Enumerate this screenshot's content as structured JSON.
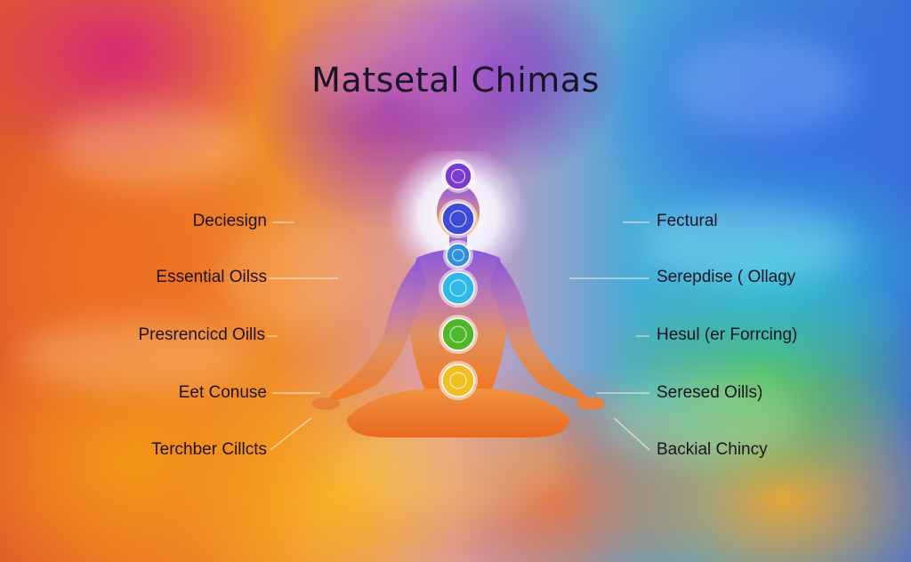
{
  "title": "Matsetal Chimas",
  "left_labels": [
    "Deciesign",
    "Essential Oilss",
    "Presrencicd Oills",
    "Eet Conuse",
    "Terchber Cillcts"
  ],
  "right_labels": [
    "Fectural",
    "Serepdise ( Ollagy",
    "Hesul (er Forrcing)",
    "Seresed Oills)",
    "Backial Chincy"
  ],
  "chakras": [
    {
      "name": "crown-chakra",
      "color": "#7a3bd0"
    },
    {
      "name": "third-eye-chakra",
      "color": "#3d4bd6"
    },
    {
      "name": "throat-chakra",
      "color": "#2f8fe0"
    },
    {
      "name": "heart-chakra",
      "color": "#2fb8e8"
    },
    {
      "name": "solar-plexus-chakra",
      "color": "#4fb82a"
    },
    {
      "name": "sacral-chakra",
      "color": "#f0c020"
    }
  ],
  "colors": {
    "text": "#1c1420",
    "halo": "#f4eefc",
    "figure_top": "#8a58d8",
    "figure_mid": "#e09060",
    "figure_bottom": "#f07820"
  }
}
